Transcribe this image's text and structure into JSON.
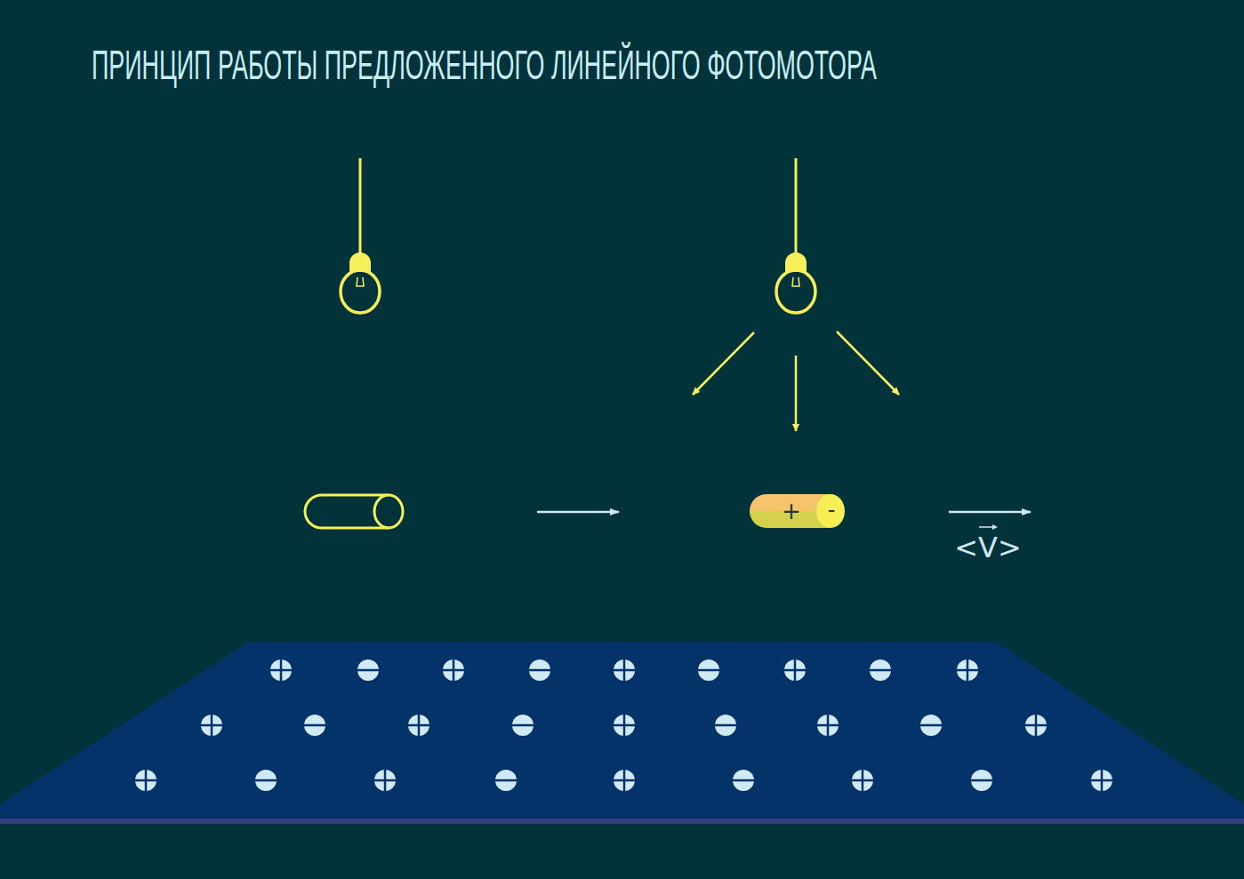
{
  "diagram": {
    "title": "ПРИНЦИП РАБОТЫ ПРЕДЛОЖЕННОГО ЛИНЕЙНОГО ФОТОМОТОРА",
    "nodes": [
      {
        "text": [
          "+",
          "-"
        ]
      }
    ],
    "labels": [
      "<V>"
    ]
  }
}
